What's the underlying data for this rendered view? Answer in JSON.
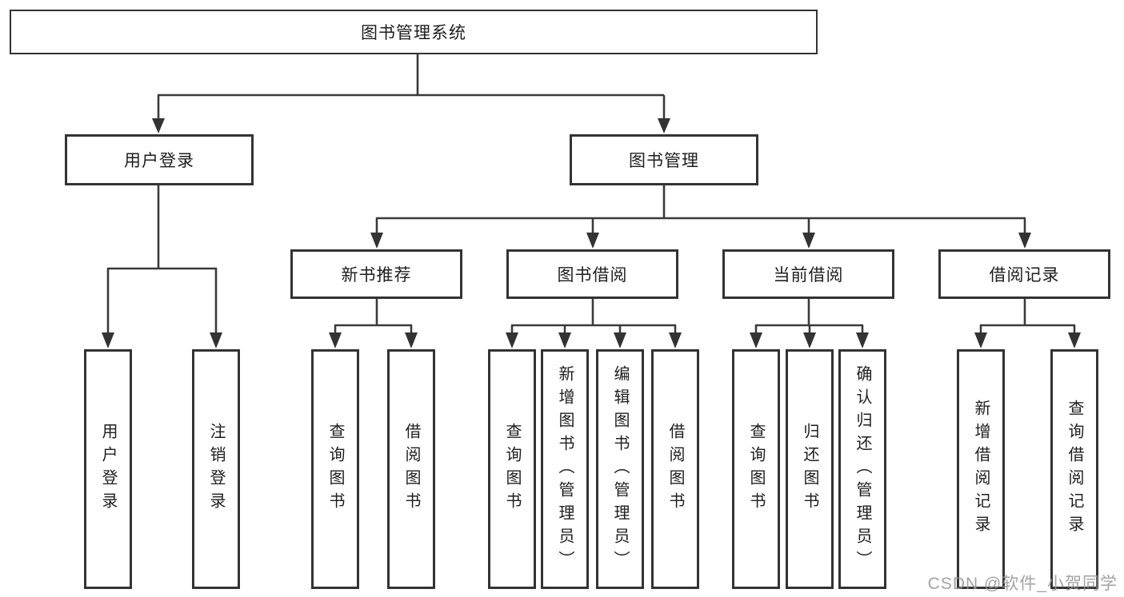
{
  "nodes": {
    "root": "图书管理系统",
    "level2": [
      "用户登录",
      "图书管理"
    ],
    "level3": [
      "新书推荐",
      "图书借阅",
      "当前借阅",
      "借阅记录"
    ],
    "leaves": {
      "user_login": [
        "用户登录",
        "注销登录"
      ],
      "new_books": [
        "查询图书",
        "借阅图书"
      ],
      "book_borrow": [
        "查询图书",
        "新增图书（管理员）",
        "编辑图书（管理员）",
        "借阅图书"
      ],
      "current_borrow": [
        "查询图书",
        "归还图书",
        "确认归还（管理员）"
      ],
      "borrow_records": [
        "新增借阅记录",
        "查询借阅记录"
      ]
    }
  },
  "watermark": "CSDN @软件_小贺同学",
  "colors": {
    "border": "#333333",
    "line": "#3a3a3a",
    "text": "#1e1e1e",
    "watermark": "#969696",
    "background": "#ffffff"
  }
}
